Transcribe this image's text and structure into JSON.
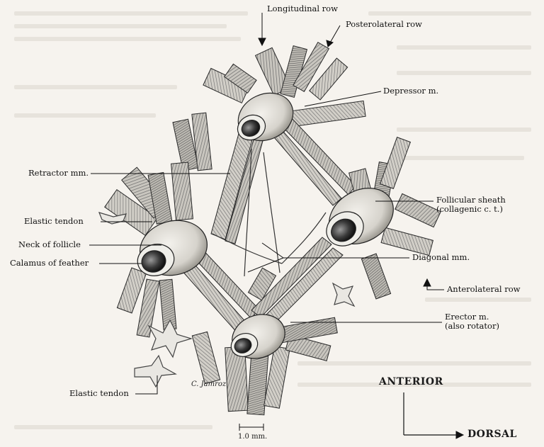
{
  "labels": {
    "longitudinal_row": "Longitudinal row",
    "posterolateral_row": "Posterolateral row",
    "depressor": "Depressor m.",
    "retractor": "Retractor mm.",
    "follicular_sheath_1": "Follicular sheath",
    "follicular_sheath_2": "(collagenic c. t.)",
    "elastic_tendon_upper": "Elastic tendon",
    "neck_of_follicle": "Neck of follicle",
    "calamus": "Calamus of feather",
    "diagonal": "Diagonal mm.",
    "anterolateral_row": "Anterolateral row",
    "erector_1": "Erector m.",
    "erector_2": "(also rotator)",
    "elastic_tendon_lower": "Elastic tendon",
    "signature": "C. Jamroz",
    "scale": "1.0 mm.",
    "anterior": "ANTERIOR",
    "dorsal": "DORSAL"
  },
  "colors": {
    "ink": "#1a1a1a",
    "paper": "#f6f3ee",
    "muscle": "#8a8a8a",
    "follicle": "#d9d6cf"
  }
}
